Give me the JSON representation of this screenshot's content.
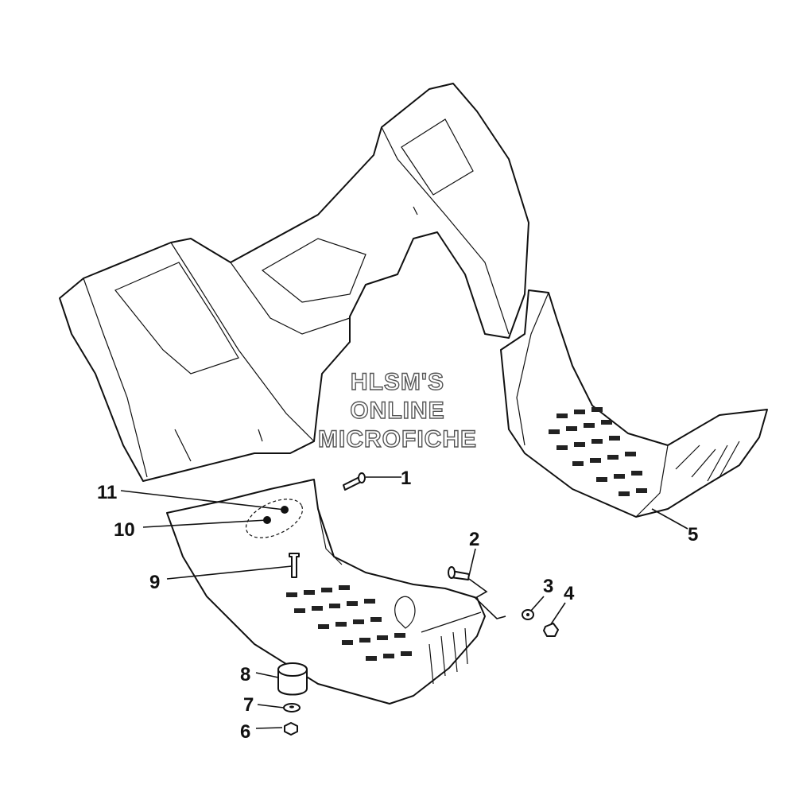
{
  "watermark": {
    "line1": "HLSM'S",
    "line2": "ONLINE",
    "line3": "MICROFICHE"
  },
  "callouts": [
    "1",
    "2",
    "3",
    "4",
    "5",
    "6",
    "7",
    "8",
    "9",
    "10",
    "11"
  ]
}
